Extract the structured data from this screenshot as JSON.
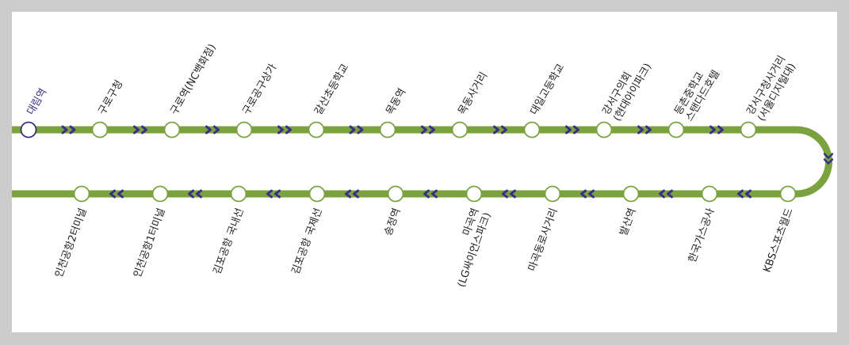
{
  "route": {
    "line_color": "#7aa23f",
    "arrow_color": "#3a2d87",
    "station_fill": "#ffffff",
    "current_station_stroke": "#3a2d87",
    "top_row": [
      {
        "name": "대림역",
        "current": true
      },
      {
        "name": "구로구청"
      },
      {
        "name": "구로역(NC백화점)"
      },
      {
        "name": "구로공구상가"
      },
      {
        "name": "갈산초등학교"
      },
      {
        "name": "목동역"
      },
      {
        "name": "목동사거리"
      },
      {
        "name": "대일고등학교"
      },
      {
        "name": "강서구의회",
        "name2": "(현대아이파크)"
      },
      {
        "name": "등촌중학교",
        "name2": "스탠다드호텔"
      },
      {
        "name": "강서구청사거리",
        "name2": "(서울디지털대)"
      }
    ],
    "bottom_row": [
      {
        "name": "인천공항2터미널"
      },
      {
        "name": "인천공항1터미널"
      },
      {
        "name": "김포공항 국내선"
      },
      {
        "name": "김포공항 국제선"
      },
      {
        "name": "송정역"
      },
      {
        "name": "마곡역",
        "name2": "(LG싸이언스파크)"
      },
      {
        "name": "마곡동로사거리"
      },
      {
        "name": "발산역"
      },
      {
        "name": "한국가스공사"
      },
      {
        "name": "KBS스포츠월드"
      }
    ]
  }
}
